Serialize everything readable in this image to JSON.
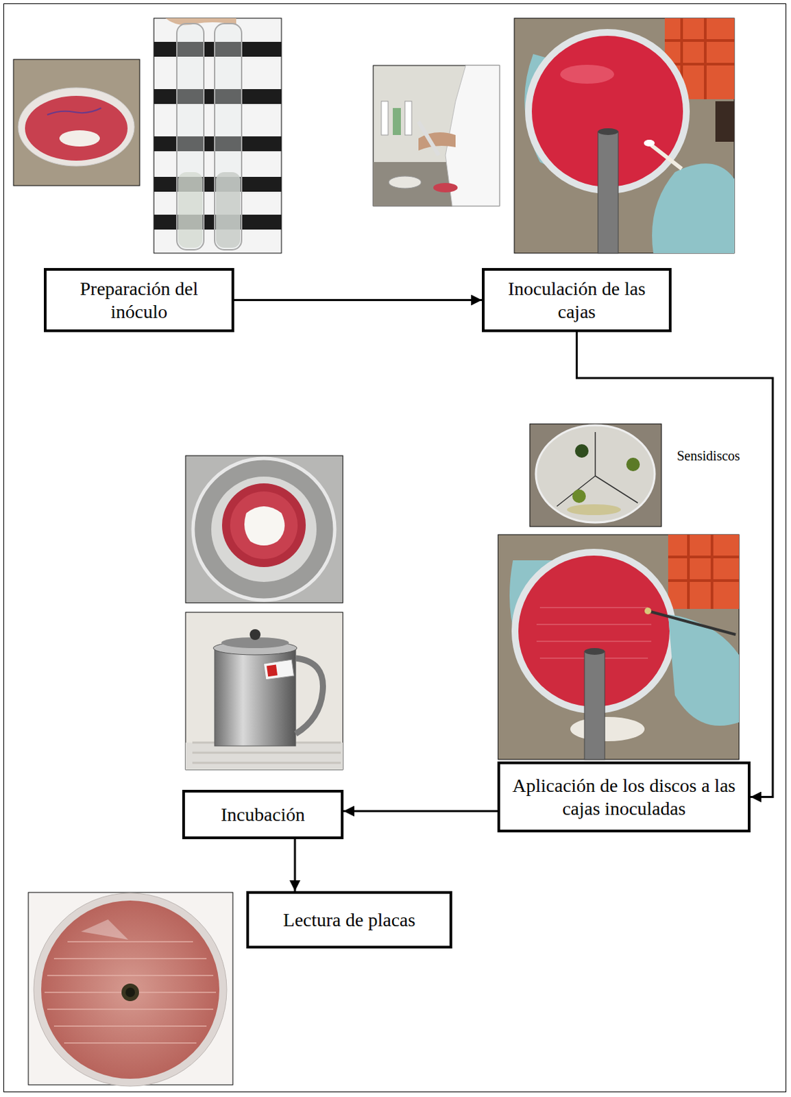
{
  "diagram": {
    "nodes": [
      {
        "text": [
          "Preparación del inóculo"
        ]
      },
      {
        "text": [
          "Inoculación de las cajas"
        ]
      },
      {
        "text": [
          "Aplicación de los discos a las cajas inoculadas"
        ]
      },
      {
        "text": [
          "Incubación"
        ]
      },
      {
        "text": [
          "Lectura de placas"
        ]
      }
    ],
    "edges": [
      {
        "from": 0,
        "to": 1,
        "arrow": "to"
      },
      {
        "from": 1,
        "to": 2,
        "arrow": "to"
      },
      {
        "from": 2,
        "to": 3,
        "arrow": "to"
      },
      {
        "from": 3,
        "to": 4,
        "arrow": "to"
      }
    ],
    "labels": [
      "Sensidiscos"
    ]
  }
}
